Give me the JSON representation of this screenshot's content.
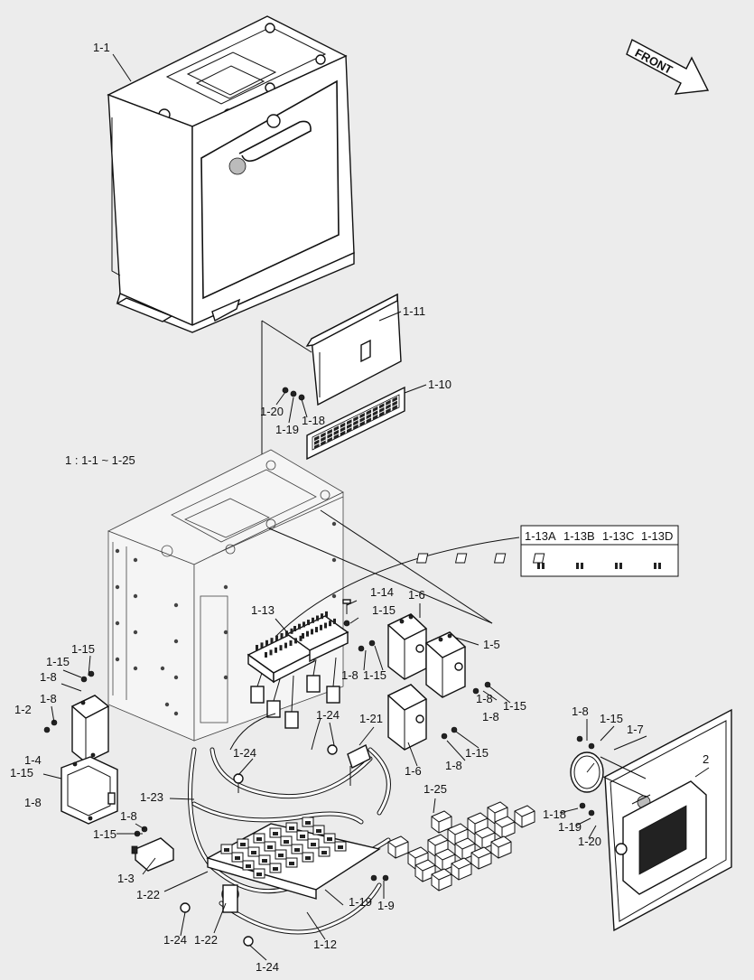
{
  "diagram": {
    "scale_note": "1 : 1-1 ~ 1-25",
    "direction_label": "FRONT",
    "fuse_box_labels": [
      "1-13A",
      "1-13B",
      "1-13C",
      "1-13D"
    ],
    "part_labels": [
      "1-1",
      "1-11",
      "1-10",
      "1-20",
      "1-19",
      "1-18",
      "1-13",
      "1-14",
      "1-15",
      "1-6",
      "1-5",
      "1-8",
      "1-15",
      "1-8",
      "1-15",
      "1-8",
      "1-15",
      "1-8",
      "1-15",
      "1-8",
      "1-2",
      "1-8",
      "1-15",
      "1-4",
      "1-24",
      "1-21",
      "1-24",
      "1-6",
      "1-8",
      "1-15",
      "1-8",
      "1-15",
      "1-7",
      "2",
      "1-23",
      "1-25",
      "1-8",
      "1-15",
      "1-3",
      "1-22",
      "1-22",
      "1-19",
      "1-9",
      "1-12",
      "1-24",
      "1-24",
      "1-18",
      "1-19",
      "1-20"
    ]
  }
}
